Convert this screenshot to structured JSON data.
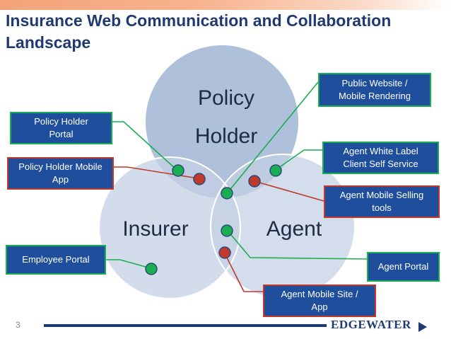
{
  "title": "Insurance Web Communication and Collaboration Landscape",
  "circles": {
    "policy_holder_line1": "Policy",
    "policy_holder_line2": "Holder",
    "insurer": "Insurer",
    "agent": "Agent"
  },
  "callouts": {
    "policy_holder_portal_l1": "Policy Holder",
    "policy_holder_portal_l2": "Portal",
    "policy_holder_mobile_l1": "Policy Holder Mobile",
    "policy_holder_mobile_l2": "App",
    "employee_portal": "Employee Portal",
    "public_website_l1": "Public Website /",
    "public_website_l2": "Mobile Rendering",
    "agent_white_label_l1": "Agent White Label",
    "agent_white_label_l2": "Client Self Service",
    "agent_mobile_selling_l1": "Agent Mobile Selling",
    "agent_mobile_selling_l2": "tools",
    "agent_portal": "Agent Portal",
    "agent_mobile_site_l1": "Agent Mobile Site /",
    "agent_mobile_site_l2": "App"
  },
  "footer": {
    "page_number": "3",
    "logo_text": "EDGEWATER"
  },
  "colors": {
    "title": "#1f3a72",
    "callout_fill": "#1f4e9c",
    "web_marker": "#1aae52",
    "mobile_marker": "#c0392b",
    "circle_fill": "#b9c8de"
  }
}
